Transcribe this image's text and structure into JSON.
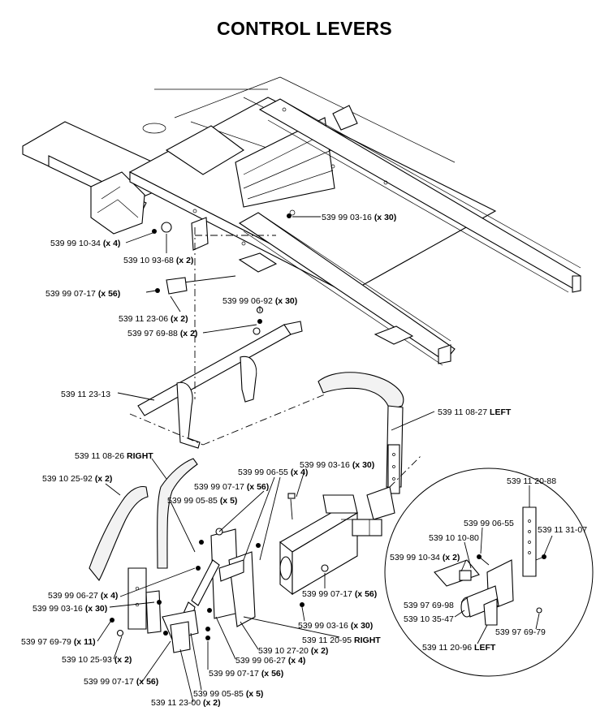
{
  "title": "CONTROL LEVERS",
  "labels": [
    {
      "part": "539 99 03-16",
      "qty": "(x 30)"
    },
    {
      "part": "539 99 10-34",
      "qty": "(x 4)"
    },
    {
      "part": "539 10 93-68",
      "qty": "(x 2)"
    },
    {
      "part": "539 99 07-17",
      "qty": "(x 56)"
    },
    {
      "part": "539 11 23-06",
      "qty": "(x 2)"
    },
    {
      "part": "539 99 06-92",
      "qty": "(x 30)"
    },
    {
      "part": "539 97 69-88",
      "qty": "(x 2)"
    },
    {
      "part": "539 11 23-13",
      "qty": ""
    },
    {
      "part": "539 11 08-27",
      "qty": "LEFT"
    },
    {
      "part": "539 11 08-26",
      "qty": "RIGHT"
    },
    {
      "part": "539 10 25-92",
      "qty": "(x 2)"
    },
    {
      "part": "539 99 06-55",
      "qty": "(x 4)"
    },
    {
      "part": "539 99 03-16",
      "qty": "(x 30)"
    },
    {
      "part": "539 99 07-17",
      "qty": "(x 56)"
    },
    {
      "part": "539 99 05-85",
      "qty": "(x 5)"
    },
    {
      "part": "539 99 06-27",
      "qty": "(x 4)"
    },
    {
      "part": "539 99 03-16",
      "qty": "(x 30)"
    },
    {
      "part": "539 97 69-79",
      "qty": "(x 11)"
    },
    {
      "part": "539 10 25-93",
      "qty": "(x 2)"
    },
    {
      "part": "539 99 07-17",
      "qty": "(x 56)"
    },
    {
      "part": "539 11 23-00",
      "qty": "(x 2)"
    },
    {
      "part": "539 99 05-85",
      "qty": "(x 5)"
    },
    {
      "part": "539 99 07-17",
      "qty": "(x 56)"
    },
    {
      "part": "539 99 06-27",
      "qty": "(x 4)"
    },
    {
      "part": "539 10 27-20",
      "qty": "(x 2)"
    },
    {
      "part": "539 11 20-95",
      "qty": "RIGHT"
    },
    {
      "part": "539 99 03-16",
      "qty": "(x 30)"
    },
    {
      "part": "539 99 07-17",
      "qty": "(x 56)"
    },
    {
      "part": "539 11 20-88",
      "qty": ""
    },
    {
      "part": "539 99 06-55",
      "qty": ""
    },
    {
      "part": "539 10 10-80",
      "qty": ""
    },
    {
      "part": "539 11 31-07",
      "qty": ""
    },
    {
      "part": "539 99 10-34",
      "qty": "(x 2)"
    },
    {
      "part": "539 97 69-98",
      "qty": ""
    },
    {
      "part": "539 10 35-47",
      "qty": ""
    },
    {
      "part": "539 97 69-79",
      "qty": ""
    },
    {
      "part": "539 11 20-96",
      "qty": "LEFT"
    }
  ]
}
